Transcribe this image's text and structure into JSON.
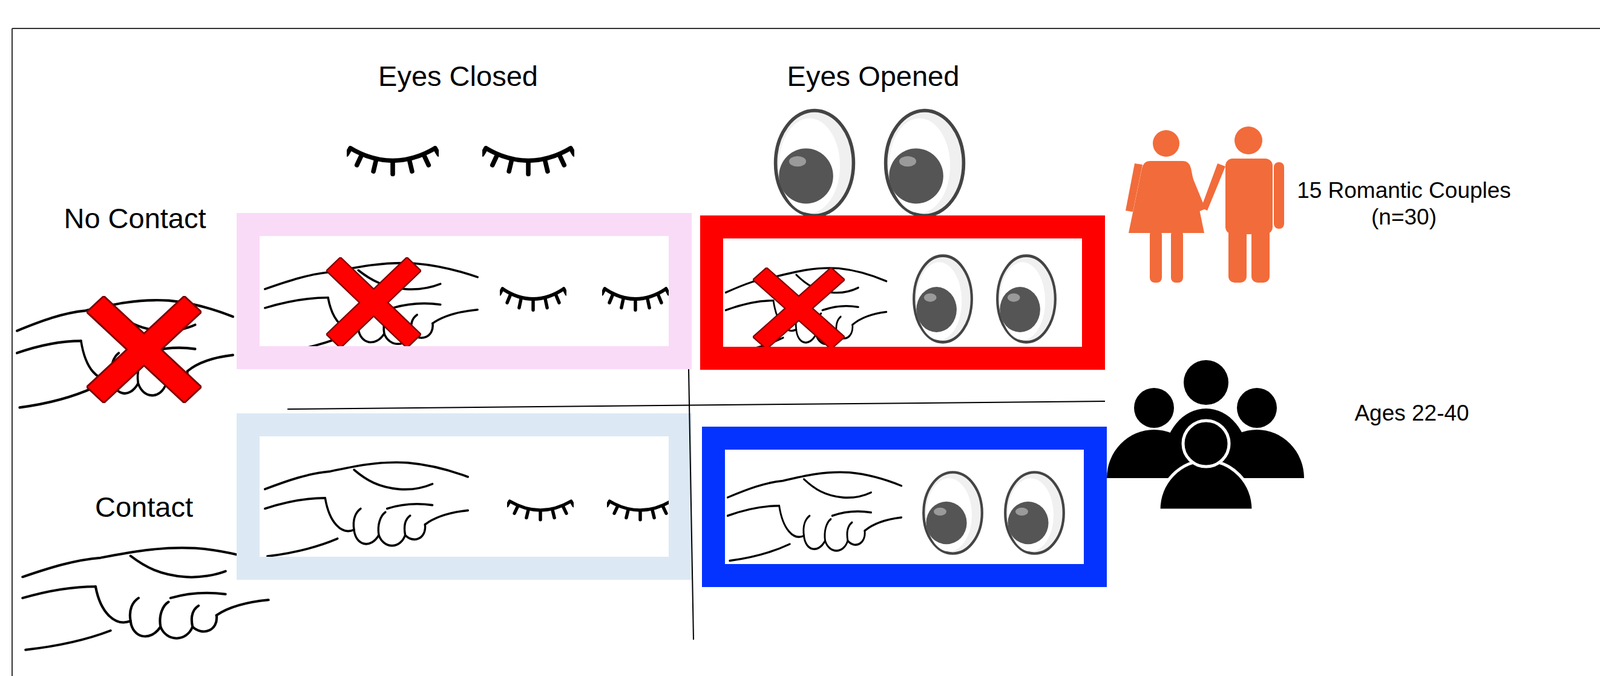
{
  "diagram": {
    "labels": [
      "Eyes Closed",
      "Eyes Opened",
      "No Contact",
      "Contact",
      "15 Romantic Couples (n=30)",
      "Ages 22-40"
    ]
  }
}
